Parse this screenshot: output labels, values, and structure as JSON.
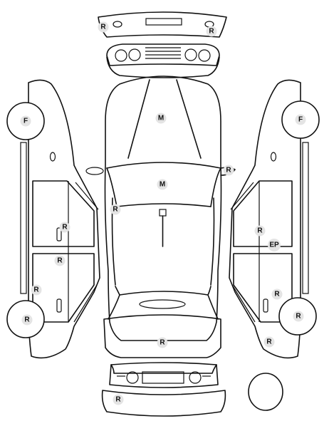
{
  "diagram": {
    "markers": [
      {
        "id": "rear-bumper-left",
        "label": "R"
      },
      {
        "id": "rear-bumper-right",
        "label": "R"
      },
      {
        "id": "left-front-wheel",
        "label": "F"
      },
      {
        "id": "right-front-wheel",
        "label": "F"
      },
      {
        "id": "hood",
        "label": "M"
      },
      {
        "id": "windshield",
        "label": "M"
      },
      {
        "id": "right-mirror",
        "label": "R"
      },
      {
        "id": "left-a-pillar",
        "label": "R"
      },
      {
        "id": "left-front-door",
        "label": "R"
      },
      {
        "id": "right-front-door",
        "label": "R"
      },
      {
        "id": "right-front-door-ep",
        "label": "EP"
      },
      {
        "id": "left-rear-door",
        "label": "R"
      },
      {
        "id": "left-rocker",
        "label": "R"
      },
      {
        "id": "right-rear-door",
        "label": "R"
      },
      {
        "id": "left-rear-wheel",
        "label": "R"
      },
      {
        "id": "right-rear-wheel",
        "label": "R"
      },
      {
        "id": "trunk",
        "label": "R"
      },
      {
        "id": "right-quarter",
        "label": "R"
      },
      {
        "id": "front-bumper",
        "label": "R"
      }
    ]
  }
}
